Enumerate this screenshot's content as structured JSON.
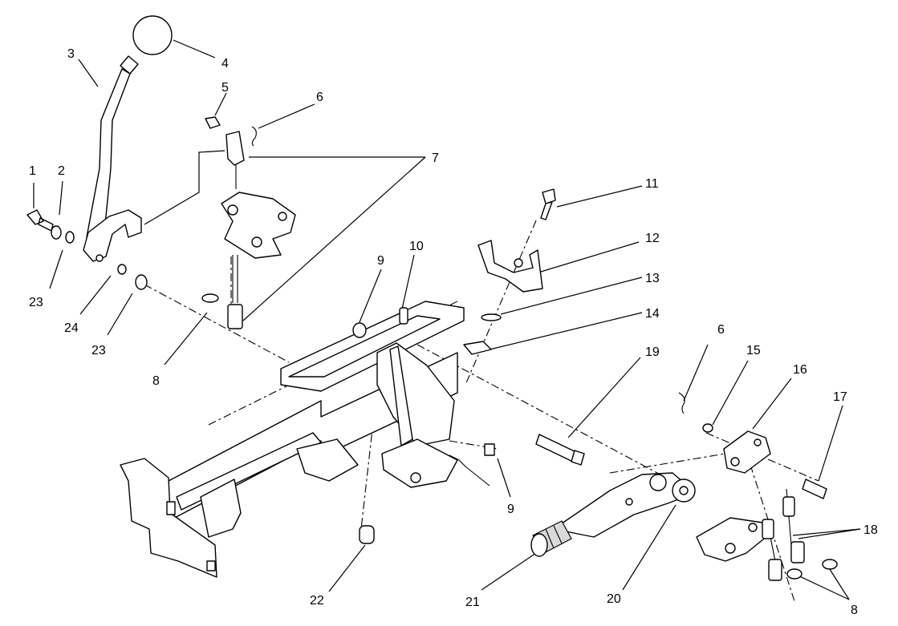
{
  "callouts": [
    "1",
    "2",
    "3",
    "4",
    "5",
    "6",
    "7",
    "8",
    "9",
    "10",
    "11",
    "12",
    "13",
    "14",
    "19",
    "6",
    "15",
    "16",
    "17",
    "18",
    "9",
    "22",
    "21",
    "20",
    "8",
    "23",
    "24",
    "23",
    "8"
  ]
}
